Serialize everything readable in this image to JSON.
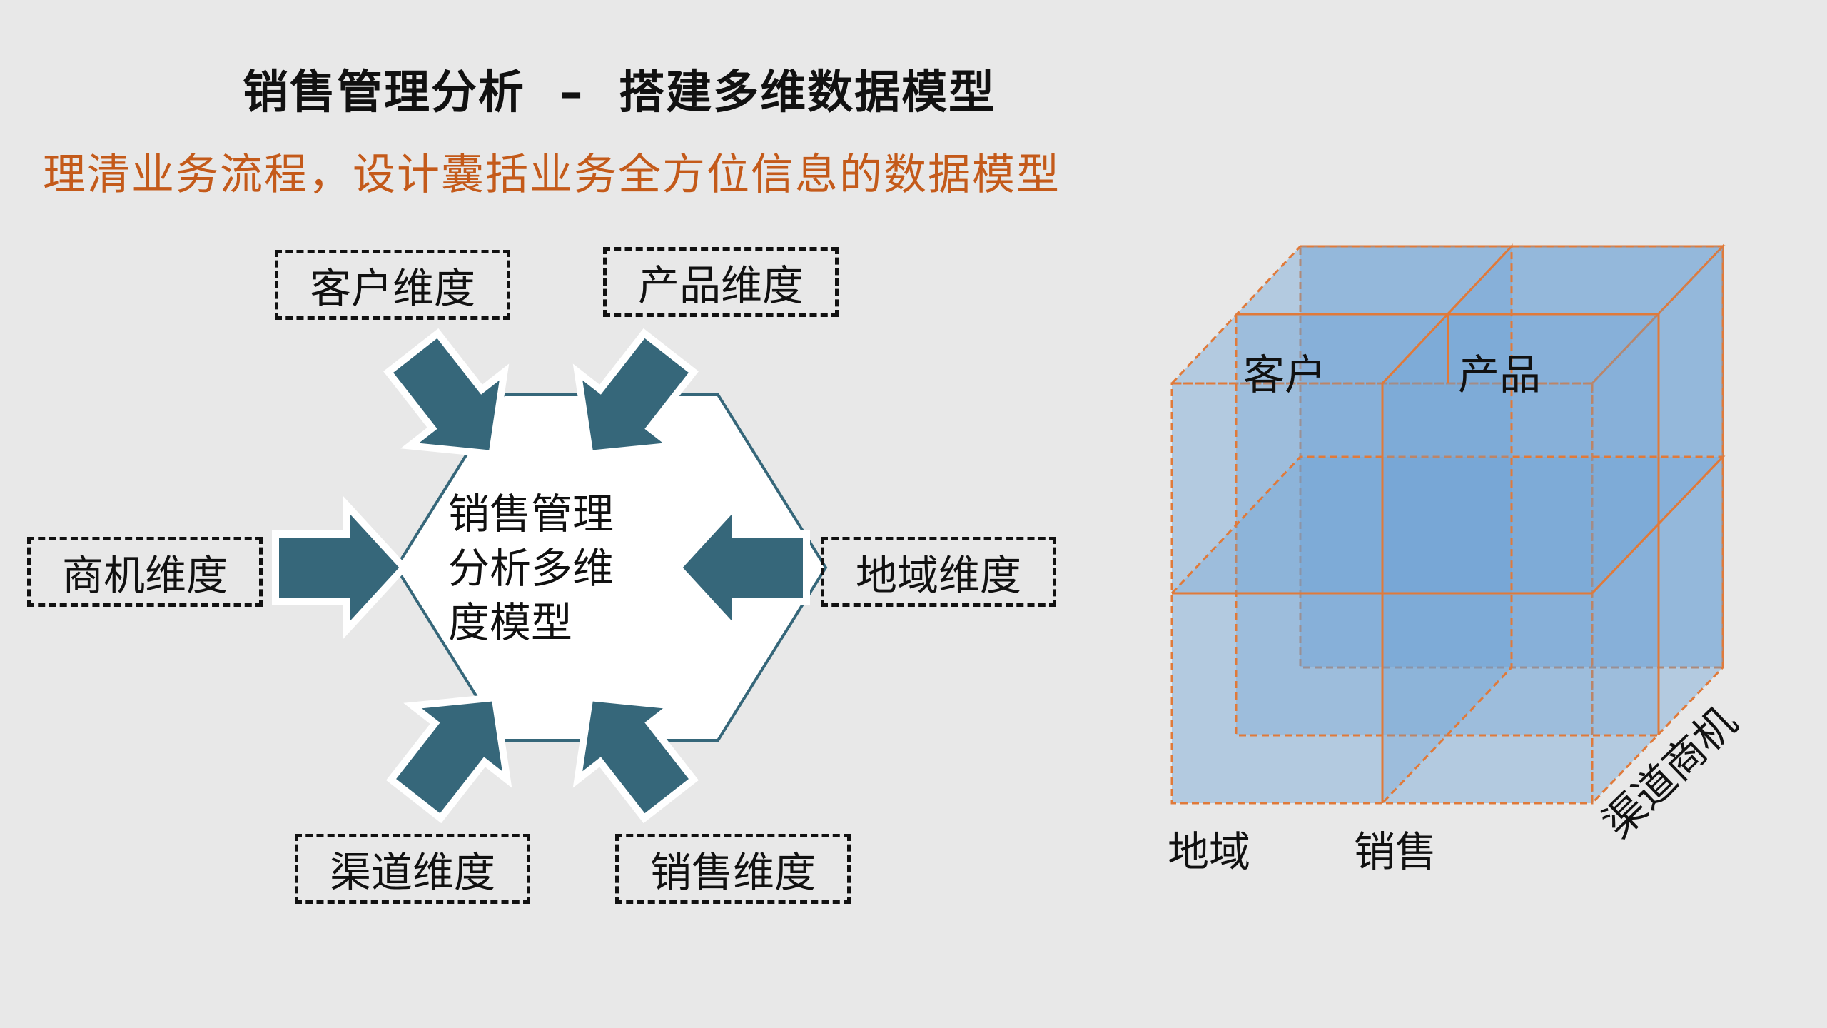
{
  "header": {
    "title": "销售管理分析  –  搭建多维数据模型",
    "subtitle": "理清业务流程，设计囊括业务全方位信息的数据模型"
  },
  "diagram": {
    "center_lines": [
      "销售管理",
      "分析多维",
      "度模型"
    ],
    "dimensions": {
      "customer": "客户维度",
      "product": "产品维度",
      "opportunity": "商机维度",
      "region": "地域维度",
      "channel": "渠道维度",
      "sales": "销售维度"
    },
    "arrow_color": "#36677a"
  },
  "cube": {
    "labels": {
      "top_left": "客户",
      "top_right": "产品",
      "bottom_left": "地域",
      "bottom_right": "销售",
      "depth": "渠道商机"
    },
    "fill_color": "#6a9fd4",
    "edge_color": "#e07a3a"
  }
}
